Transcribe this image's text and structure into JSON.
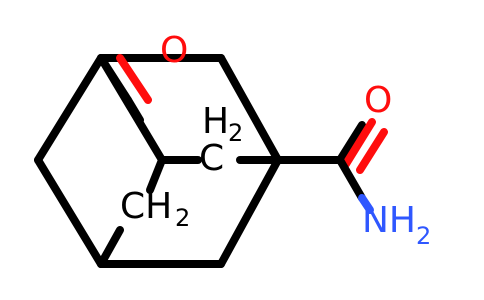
{
  "molecule": {
    "atom_labels": {
      "oxygen_ring": "O",
      "oxygen_amide": "O",
      "ch2_upper_main": "H",
      "ch2_upper_sub": "2",
      "ch2_upper_c": "C",
      "ch2_lower_main": "CH",
      "ch2_lower_sub": "2",
      "amine_main": "NH",
      "amine_sub": "2"
    },
    "colors": {
      "carbon": "#000000",
      "oxygen": "#ff0d0d",
      "nitrogen": "#2f57ff"
    }
  }
}
